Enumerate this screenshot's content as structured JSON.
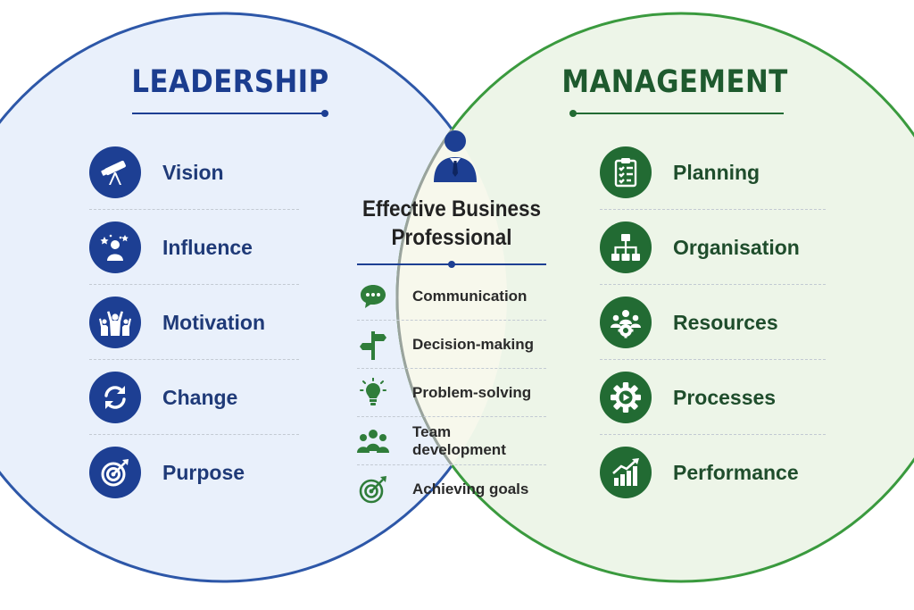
{
  "left": {
    "title": "LEADERSHIP",
    "items": [
      {
        "label": "Vision",
        "icon": "telescope-icon"
      },
      {
        "label": "Influence",
        "icon": "influence-person-icon"
      },
      {
        "label": "Motivation",
        "icon": "cheering-people-icon"
      },
      {
        "label": "Change",
        "icon": "refresh-arrows-icon"
      },
      {
        "label": "Purpose",
        "icon": "target-icon"
      }
    ]
  },
  "right": {
    "title": "MANAGEMENT",
    "items": [
      {
        "label": "Planning",
        "icon": "clipboard-checklist-icon"
      },
      {
        "label": "Organisation",
        "icon": "org-chart-icon"
      },
      {
        "label": "Resources",
        "icon": "people-gear-icon"
      },
      {
        "label": "Processes",
        "icon": "gear-play-icon"
      },
      {
        "label": "Performance",
        "icon": "bar-chart-growth-icon"
      }
    ]
  },
  "center": {
    "title_line1": "Effective Business",
    "title_line2": "Professional",
    "icon": "businessman-icon",
    "items": [
      {
        "label": "Communication",
        "icon": "speech-bubble-icon"
      },
      {
        "label": "Decision-making",
        "icon": "signpost-icon"
      },
      {
        "label": "Problem-solving",
        "icon": "lightbulb-icon"
      },
      {
        "label": "Team development",
        "icon": "team-icon"
      },
      {
        "label": "Achieving goals",
        "icon": "goal-target-icon"
      }
    ]
  },
  "colors": {
    "leadership_accent": "#1d3f93",
    "leadership_fill": "#e9f0fb",
    "management_accent": "#226b33",
    "management_fill": "#edf5e8",
    "overlap_fill": "#f7f8ec",
    "overlap_stroke": "#9aa39d"
  }
}
